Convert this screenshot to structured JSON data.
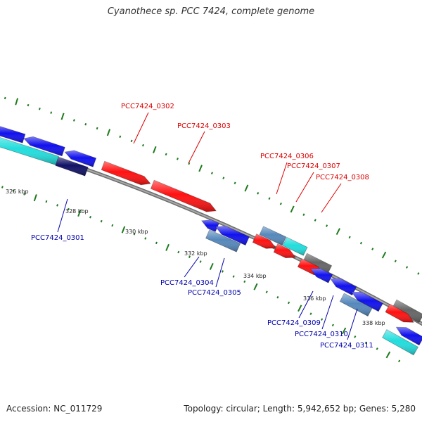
{
  "title": "Cyanothece sp. PCC 7424, complete genome",
  "footer": {
    "accession": "Accession: NC_011729",
    "summary": "Topology: circular; Length: 5,942,652 bp; Genes: 5,280"
  },
  "colors": {
    "backbone": "#8a8a8a",
    "tick": "#1f7a1f",
    "label_forward": "#dd0000",
    "label_reverse": "#0000aa",
    "gene_red": "#ff1111",
    "gene_blue": "#1111ee",
    "gene_cyan": "#22dddd",
    "gene_steel": "#5588bb",
    "gene_gray": "#666666",
    "gene_navy": "#111166"
  },
  "scale_labels": [
    "326 kbp",
    "328 kbp",
    "330 kbp",
    "332 kbp",
    "334 kbp",
    "336 kbp",
    "338 kbp"
  ],
  "gene_labels": [
    {
      "text": "PCC7424_0302",
      "color": "#dd0000",
      "strand": "forward"
    },
    {
      "text": "PCC7424_0303",
      "color": "#dd0000",
      "strand": "forward"
    },
    {
      "text": "PCC7424_0306",
      "color": "#dd0000",
      "strand": "forward"
    },
    {
      "text": "PCC7424_0307",
      "color": "#dd0000",
      "strand": "forward"
    },
    {
      "text": "PCC7424_0308",
      "color": "#dd0000",
      "strand": "forward"
    },
    {
      "text": "PCC7424_0301",
      "color": "#0000aa",
      "strand": "reverse"
    },
    {
      "text": "PCC7424_0304",
      "color": "#0000aa",
      "strand": "reverse"
    },
    {
      "text": "PCC7424_0305",
      "color": "#0000aa",
      "strand": "reverse"
    },
    {
      "text": "PCC7424_0309",
      "color": "#0000aa",
      "strand": "reverse"
    },
    {
      "text": "PCC7424_0310",
      "color": "#0000aa",
      "strand": "reverse"
    },
    {
      "text": "PCC7424_0311",
      "color": "#0000aa",
      "strand": "reverse"
    }
  ]
}
